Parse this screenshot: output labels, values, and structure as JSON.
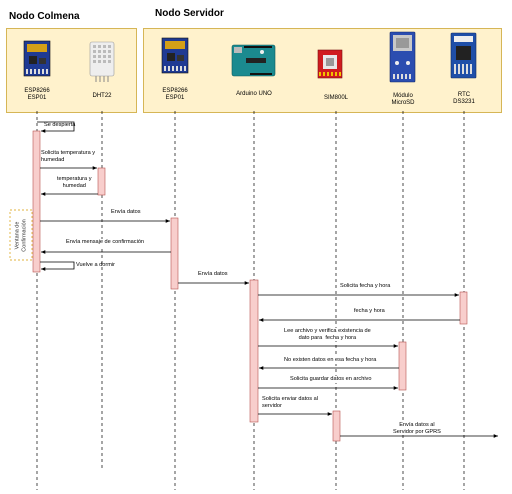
{
  "groups": {
    "colmena": {
      "title": "Nodo Colmena"
    },
    "servidor": {
      "title": "Nodo Servidor"
    }
  },
  "modules": {
    "esp_colmena": "ESP8266\nESP01",
    "dht22": "DHT22",
    "esp_servidor": "ESP8266\nESP01",
    "arduino": "Arduino UNO",
    "sim800l": "SIM800L",
    "microsd": "Módulo\nMicroSD",
    "rtc": "RTC\nDS3231"
  },
  "window_label": "Ventana de\nConfirmación",
  "messages": {
    "m1": "Se despierta",
    "m2": "Solicita temperatura y\nhumedad",
    "m3": "temperatura y\nhumedad",
    "m4": "Envía datos",
    "m5": "Envía mensaje de confirmación",
    "m6": "Vuelve a dormir",
    "m7": "Envía datos",
    "m8": "Solicita fecha y hora",
    "m9": "fecha y hora",
    "m10": "Lee archivo y verifica existencia de\ndato para  fecha y hora",
    "m11": "No existen datos en esa fecha y hora",
    "m12": "Solicita guardar datos en archivo",
    "m13": "Solicita enviar datos al\nservidor",
    "m14": "Envía datos al\nServidor por GPRS"
  },
  "colors": {
    "group_fill": "#fff2cc",
    "group_border": "#d6b656",
    "activation_fill": "#f8cecc",
    "activation_border": "#b85450"
  }
}
